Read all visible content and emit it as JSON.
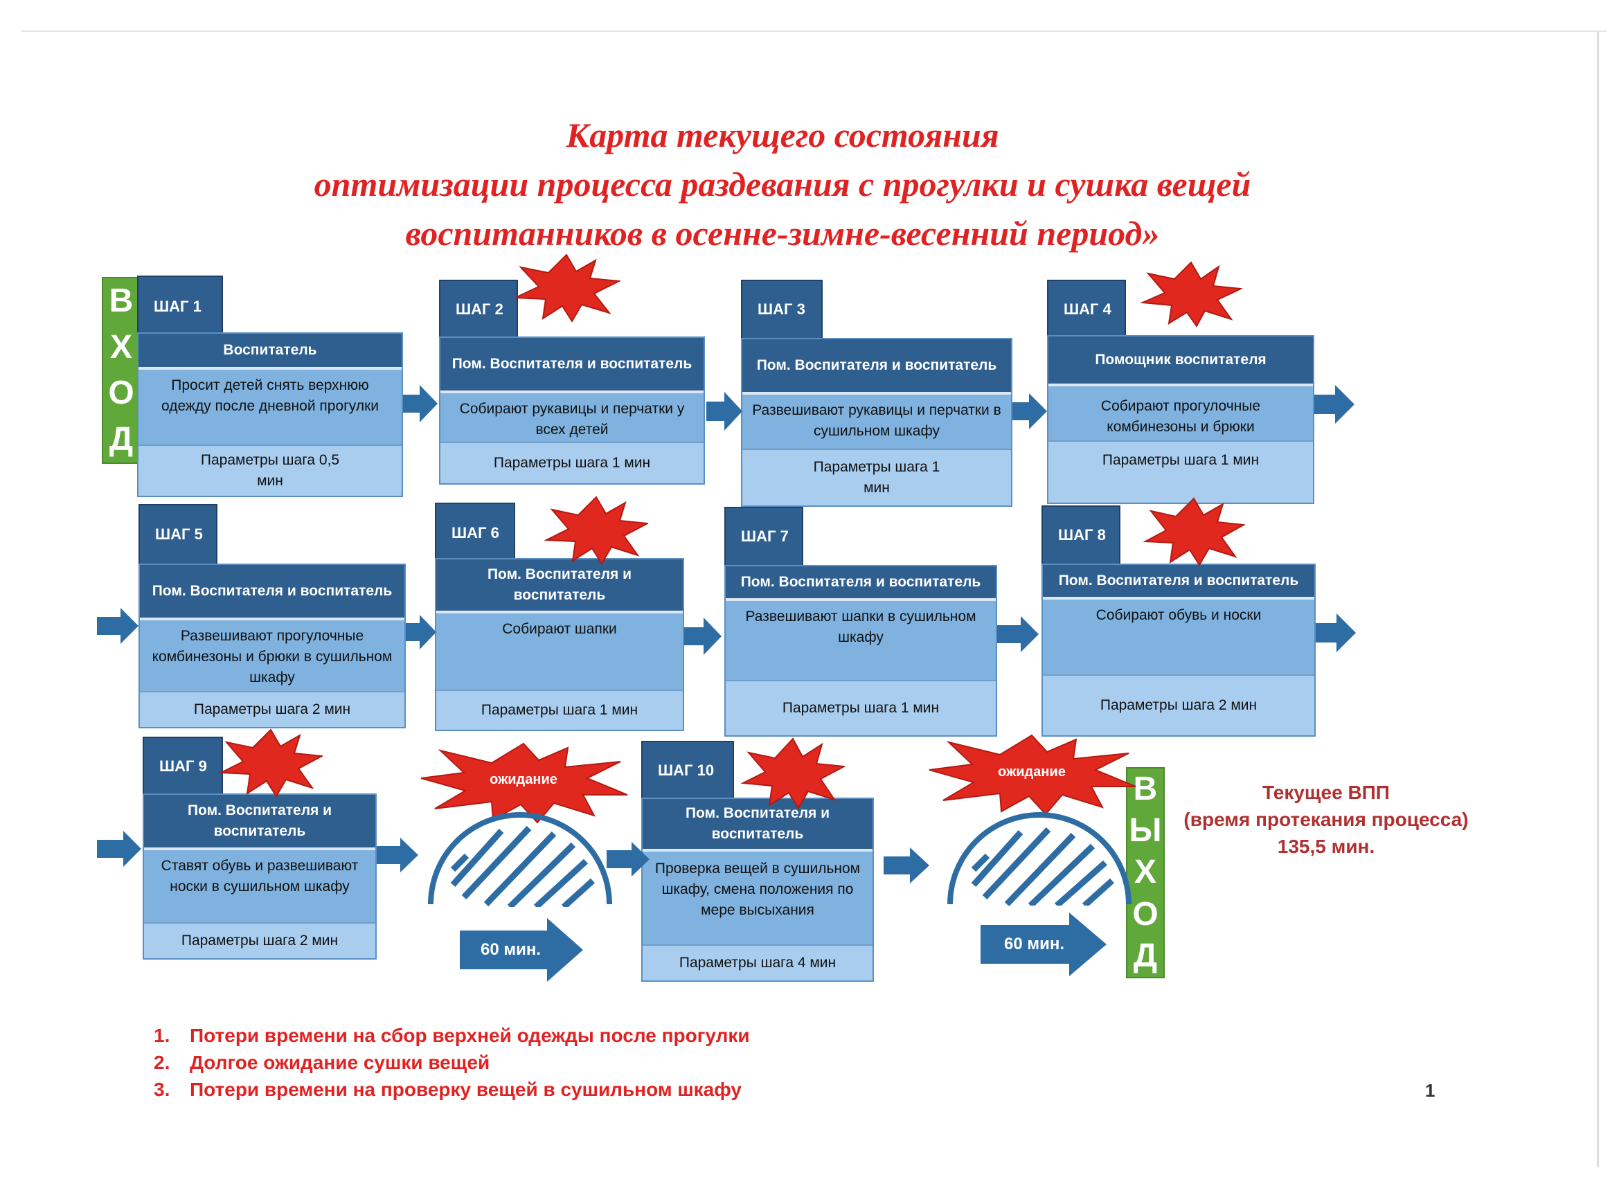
{
  "title": {
    "line1": "Карта текущего состояния",
    "line2": "оптимизации процесса раздевания с прогулки и сушка вещей",
    "line3": "воспитанников в осенне-зимне-весенний период»"
  },
  "entry_letters": [
    "В",
    "Х",
    "О",
    "Д"
  ],
  "exit_letters": [
    "В",
    "Ы",
    "Х",
    "О",
    "Д"
  ],
  "steps": [
    {
      "tab": "ШАГ 1",
      "role": "Воспитатель",
      "desc": "Просит детей снять верхнюю одежду после дневной прогулки",
      "param": "Параметры шага 0,5 мин"
    },
    {
      "tab": "ШАГ 2",
      "role": "Пом. Воспитателя и воспитатель",
      "desc": "Собирают рукавицы и перчатки у всех детей",
      "param": "Параметры шага 1 мин"
    },
    {
      "tab": "ШАГ 3",
      "role": "Пом. Воспитателя и воспитатель",
      "desc": "Развешивают рукавицы и перчатки в сушильном шкафу",
      "param": "Параметры шага 1 мин"
    },
    {
      "tab": "ШАГ 4",
      "role": "Помощник воспитателя",
      "desc": "Собирают прогулочные комбинезоны и брюки",
      "param": "Параметры шага 1 мин"
    },
    {
      "tab": "ШАГ 5",
      "role": "Пом. Воспитателя и воспитатель",
      "desc": "Развешивают прогулочные комбинезоны и брюки в сушильном шкафу",
      "param": "Параметры шага 2 мин"
    },
    {
      "tab": "ШАГ 6",
      "role": "Пом. Воспитателя и воспитатель",
      "desc": "Собирают шапки",
      "param": "Параметры шага 1 мин"
    },
    {
      "tab": "ШАГ 7",
      "role": "Пом. Воспитателя и воспитатель",
      "desc": "Развешивают шапки в сушильном шкафу",
      "param": "Параметры шага 1 мин"
    },
    {
      "tab": "ШАГ 8",
      "role": "Пом. Воспитателя и воспитатель",
      "desc": "Собирают обувь и носки",
      "param": "Параметры шага 2 мин"
    },
    {
      "tab": "ШАГ 9",
      "role": "Пом. Воспитателя и воспитатель",
      "desc": "Ставят обувь и развешивают носки в сушильном шкафу",
      "param": "Параметры шага 2 мин"
    },
    {
      "tab": "ШАГ 10",
      "role": "Пом. Воспитателя и воспитатель",
      "desc": "Проверка вещей в сушильном шкафу, смена положения по мере высыхания",
      "param": "Параметры шага 4 мин"
    }
  ],
  "wait": [
    {
      "label": "ожидание",
      "duration": "60 мин."
    },
    {
      "label": "ожидание",
      "duration": "60 мин."
    }
  ],
  "vpp": {
    "line1": "Текущее ВПП",
    "line2": "(время протекания процесса)",
    "line3": "135,5 мин."
  },
  "losses": [
    {
      "num": "1.",
      "text": "Потери времени на сбор верхней одежды после прогулки"
    },
    {
      "num": "2.",
      "text": "Долгое ожидание сушки вещей"
    },
    {
      "num": "3.",
      "text": "Потери времени на проверку вещей в сушильном шкафу"
    }
  ],
  "page_number": "1",
  "colors": {
    "title": "#e02222",
    "header": "#2f5f8f",
    "body": "#7fb2df",
    "param": "#a8cdee",
    "entry": "#61a83b",
    "burst": "#e0281e",
    "arrow": "#2e6da4"
  }
}
